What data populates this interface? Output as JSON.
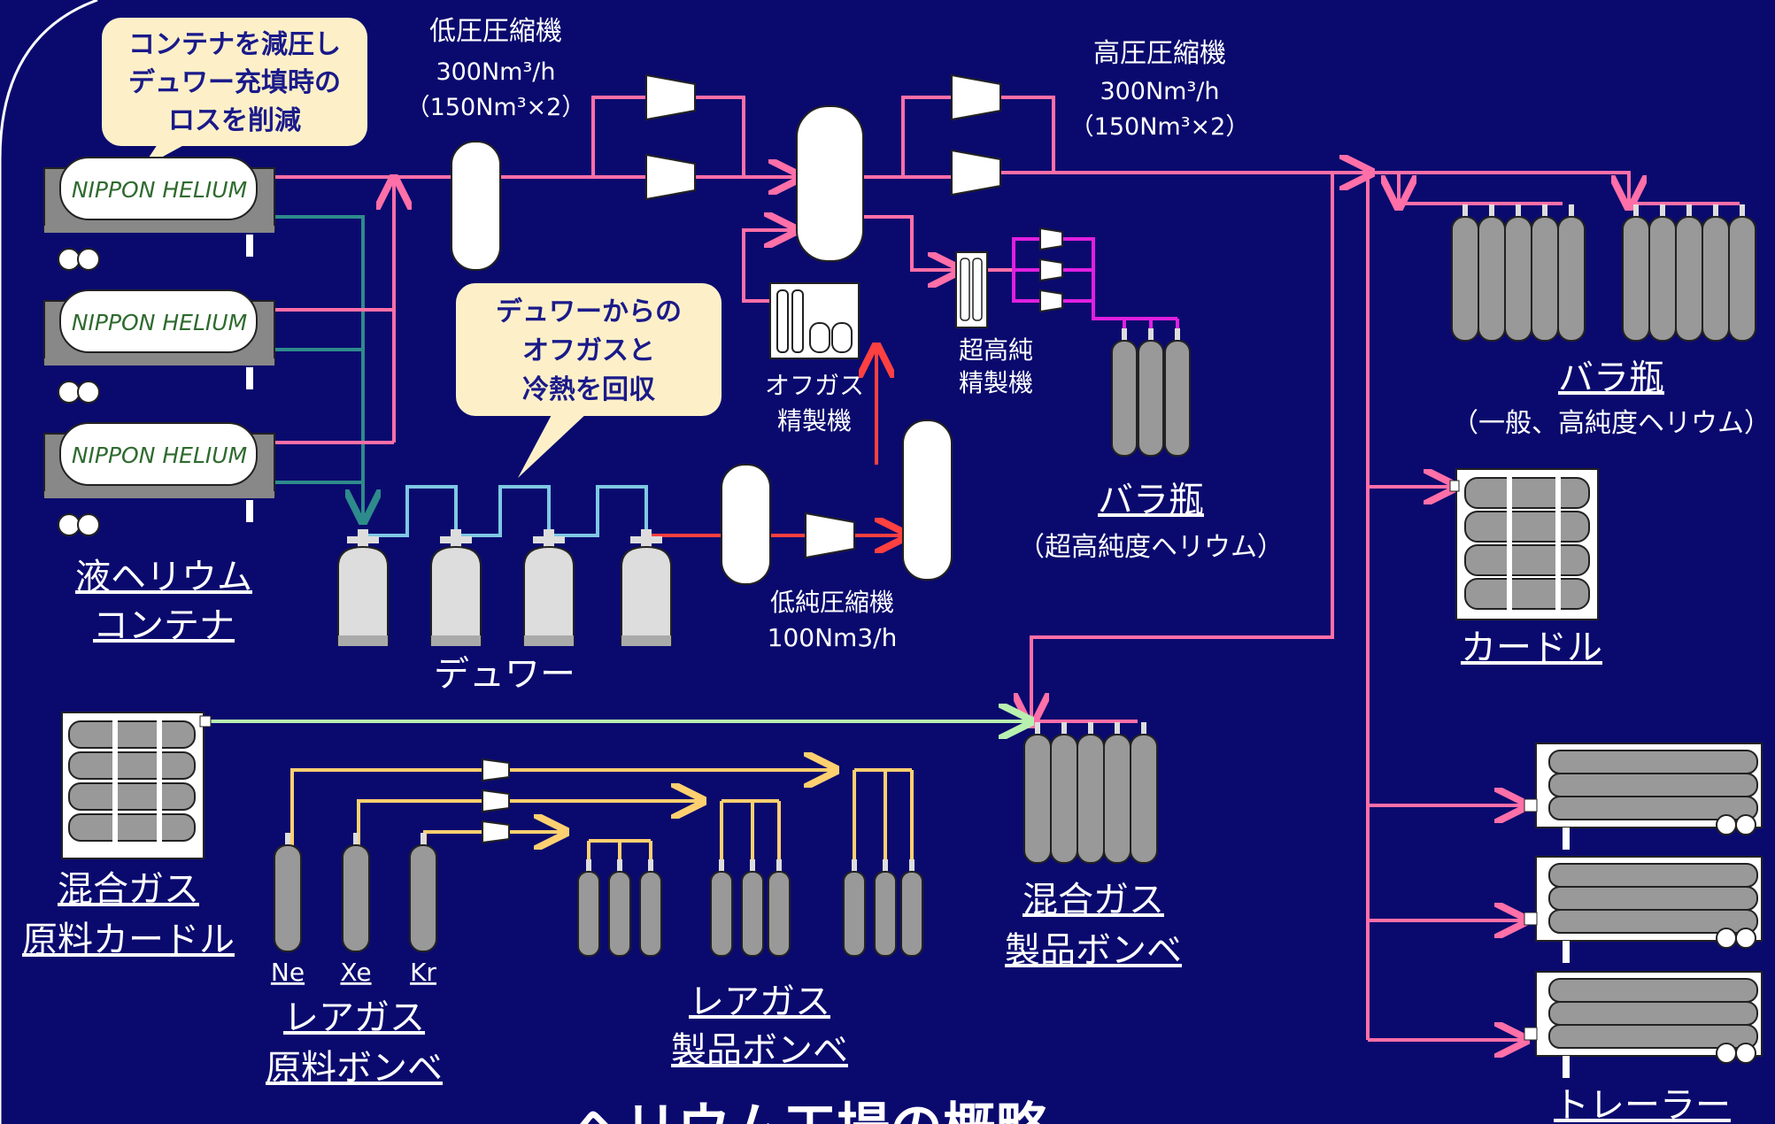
{
  "callouts": {
    "container": [
      "コンテナを減圧し",
      "デュワー充填時の",
      "ロスを削減"
    ],
    "dewar": [
      "デュワーからの",
      "オフガスと",
      "冷熱を回収"
    ]
  },
  "compressors": {
    "low_pressure": [
      "低圧圧縮機",
      "300Nm³/h",
      "（150Nm³×2）"
    ],
    "high_pressure": [
      "高圧圧縮機",
      "300Nm³/h",
      "（150Nm³×2）"
    ],
    "low_purity": [
      "低純圧縮機",
      "100Nm3/h"
    ]
  },
  "purifiers": {
    "offgas": [
      "オフガス",
      "精製機"
    ],
    "ultra": [
      "超高純",
      "精製機"
    ]
  },
  "containers": {
    "brand": "NIPPON HELIUM",
    "label": [
      "液ヘリウム",
      "コンテナ"
    ]
  },
  "dewar_label": "デュワー",
  "bottles_ultra": {
    "title": "バラ瓶",
    "sub": "（超高純度ヘリウム）"
  },
  "bottles_general": {
    "title": "バラ瓶",
    "sub": "（一般、高純度ヘリウム）"
  },
  "curdle_label": "カードル",
  "trailer_label": "トレーラー",
  "mix_gas_curdle": [
    "混合ガス",
    "原料カードル"
  ],
  "mix_gas_product": [
    "混合ガス",
    "製品ボンベ"
  ],
  "rare_gas_source": {
    "gases": [
      "Ne",
      "Xe",
      "Kr"
    ],
    "label": [
      "レアガス",
      "原料ボンベ"
    ]
  },
  "rare_gas_product": [
    "レアガス",
    "製品ボンベ"
  ],
  "footer_partial": "ヘリウム工場の概略",
  "colors": {
    "background": "#0a0a6e",
    "helium_line": "#ff6fa8",
    "return_line": "#2e8b8b",
    "cold_line": "#7ec8e3",
    "lowpurity_line": "#ff4040",
    "ultra_line": "#e020e0",
    "rare_line": "#ffd070",
    "mix_line": "#b8f0b0",
    "callout_fill": "#fdf0c8"
  }
}
